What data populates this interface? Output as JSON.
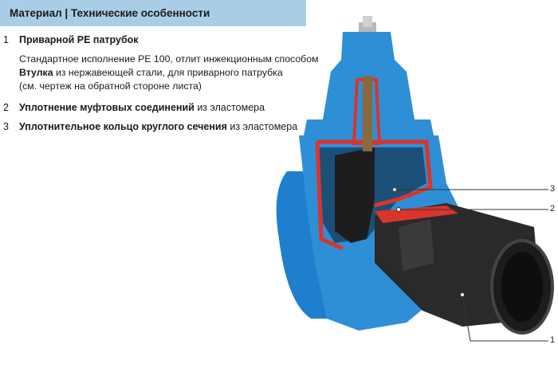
{
  "header": {
    "title": "Материал | Технические особенности"
  },
  "items": [
    {
      "number": "1",
      "bold": "Приварной PE патрубок",
      "rest": ""
    },
    {
      "number": "2",
      "bold": "Уплотнение муфтовых соединений",
      "rest": " из эластомера"
    },
    {
      "number": "3",
      "bold": "Уплотнительное кольцо круглого сечения",
      "rest": " из эластомера"
    }
  ],
  "details": {
    "line1": "Стандартное исполнение PE 100, отлит инжекционным способом",
    "line2_bold": "Втулка",
    "line2_rest": " из нержавеющей стали, для приварного патрубка",
    "line3": "(см. чертеж на обратной стороне листа)"
  },
  "callouts": [
    "3",
    "2",
    "1"
  ],
  "colors": {
    "header_bg": "#a9cde6",
    "valve_body": "#2f8fd6",
    "seal": "#d9352b",
    "pipe": "#222222"
  }
}
